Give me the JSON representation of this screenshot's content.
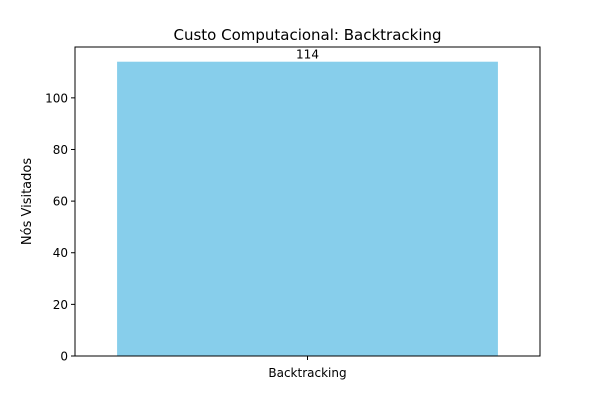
{
  "chart_data": {
    "type": "bar",
    "title": "Custo Computacional: Backtracking",
    "xlabel": "",
    "ylabel": "Nós Visitados",
    "categories": [
      "Backtracking"
    ],
    "values": [
      114
    ],
    "data_labels": [
      "114"
    ],
    "ylim": [
      0,
      119.7
    ],
    "yticks": [
      0,
      20,
      40,
      60,
      80,
      100
    ],
    "grid": false,
    "legend": "none",
    "bar_color": "#87CEEB"
  }
}
